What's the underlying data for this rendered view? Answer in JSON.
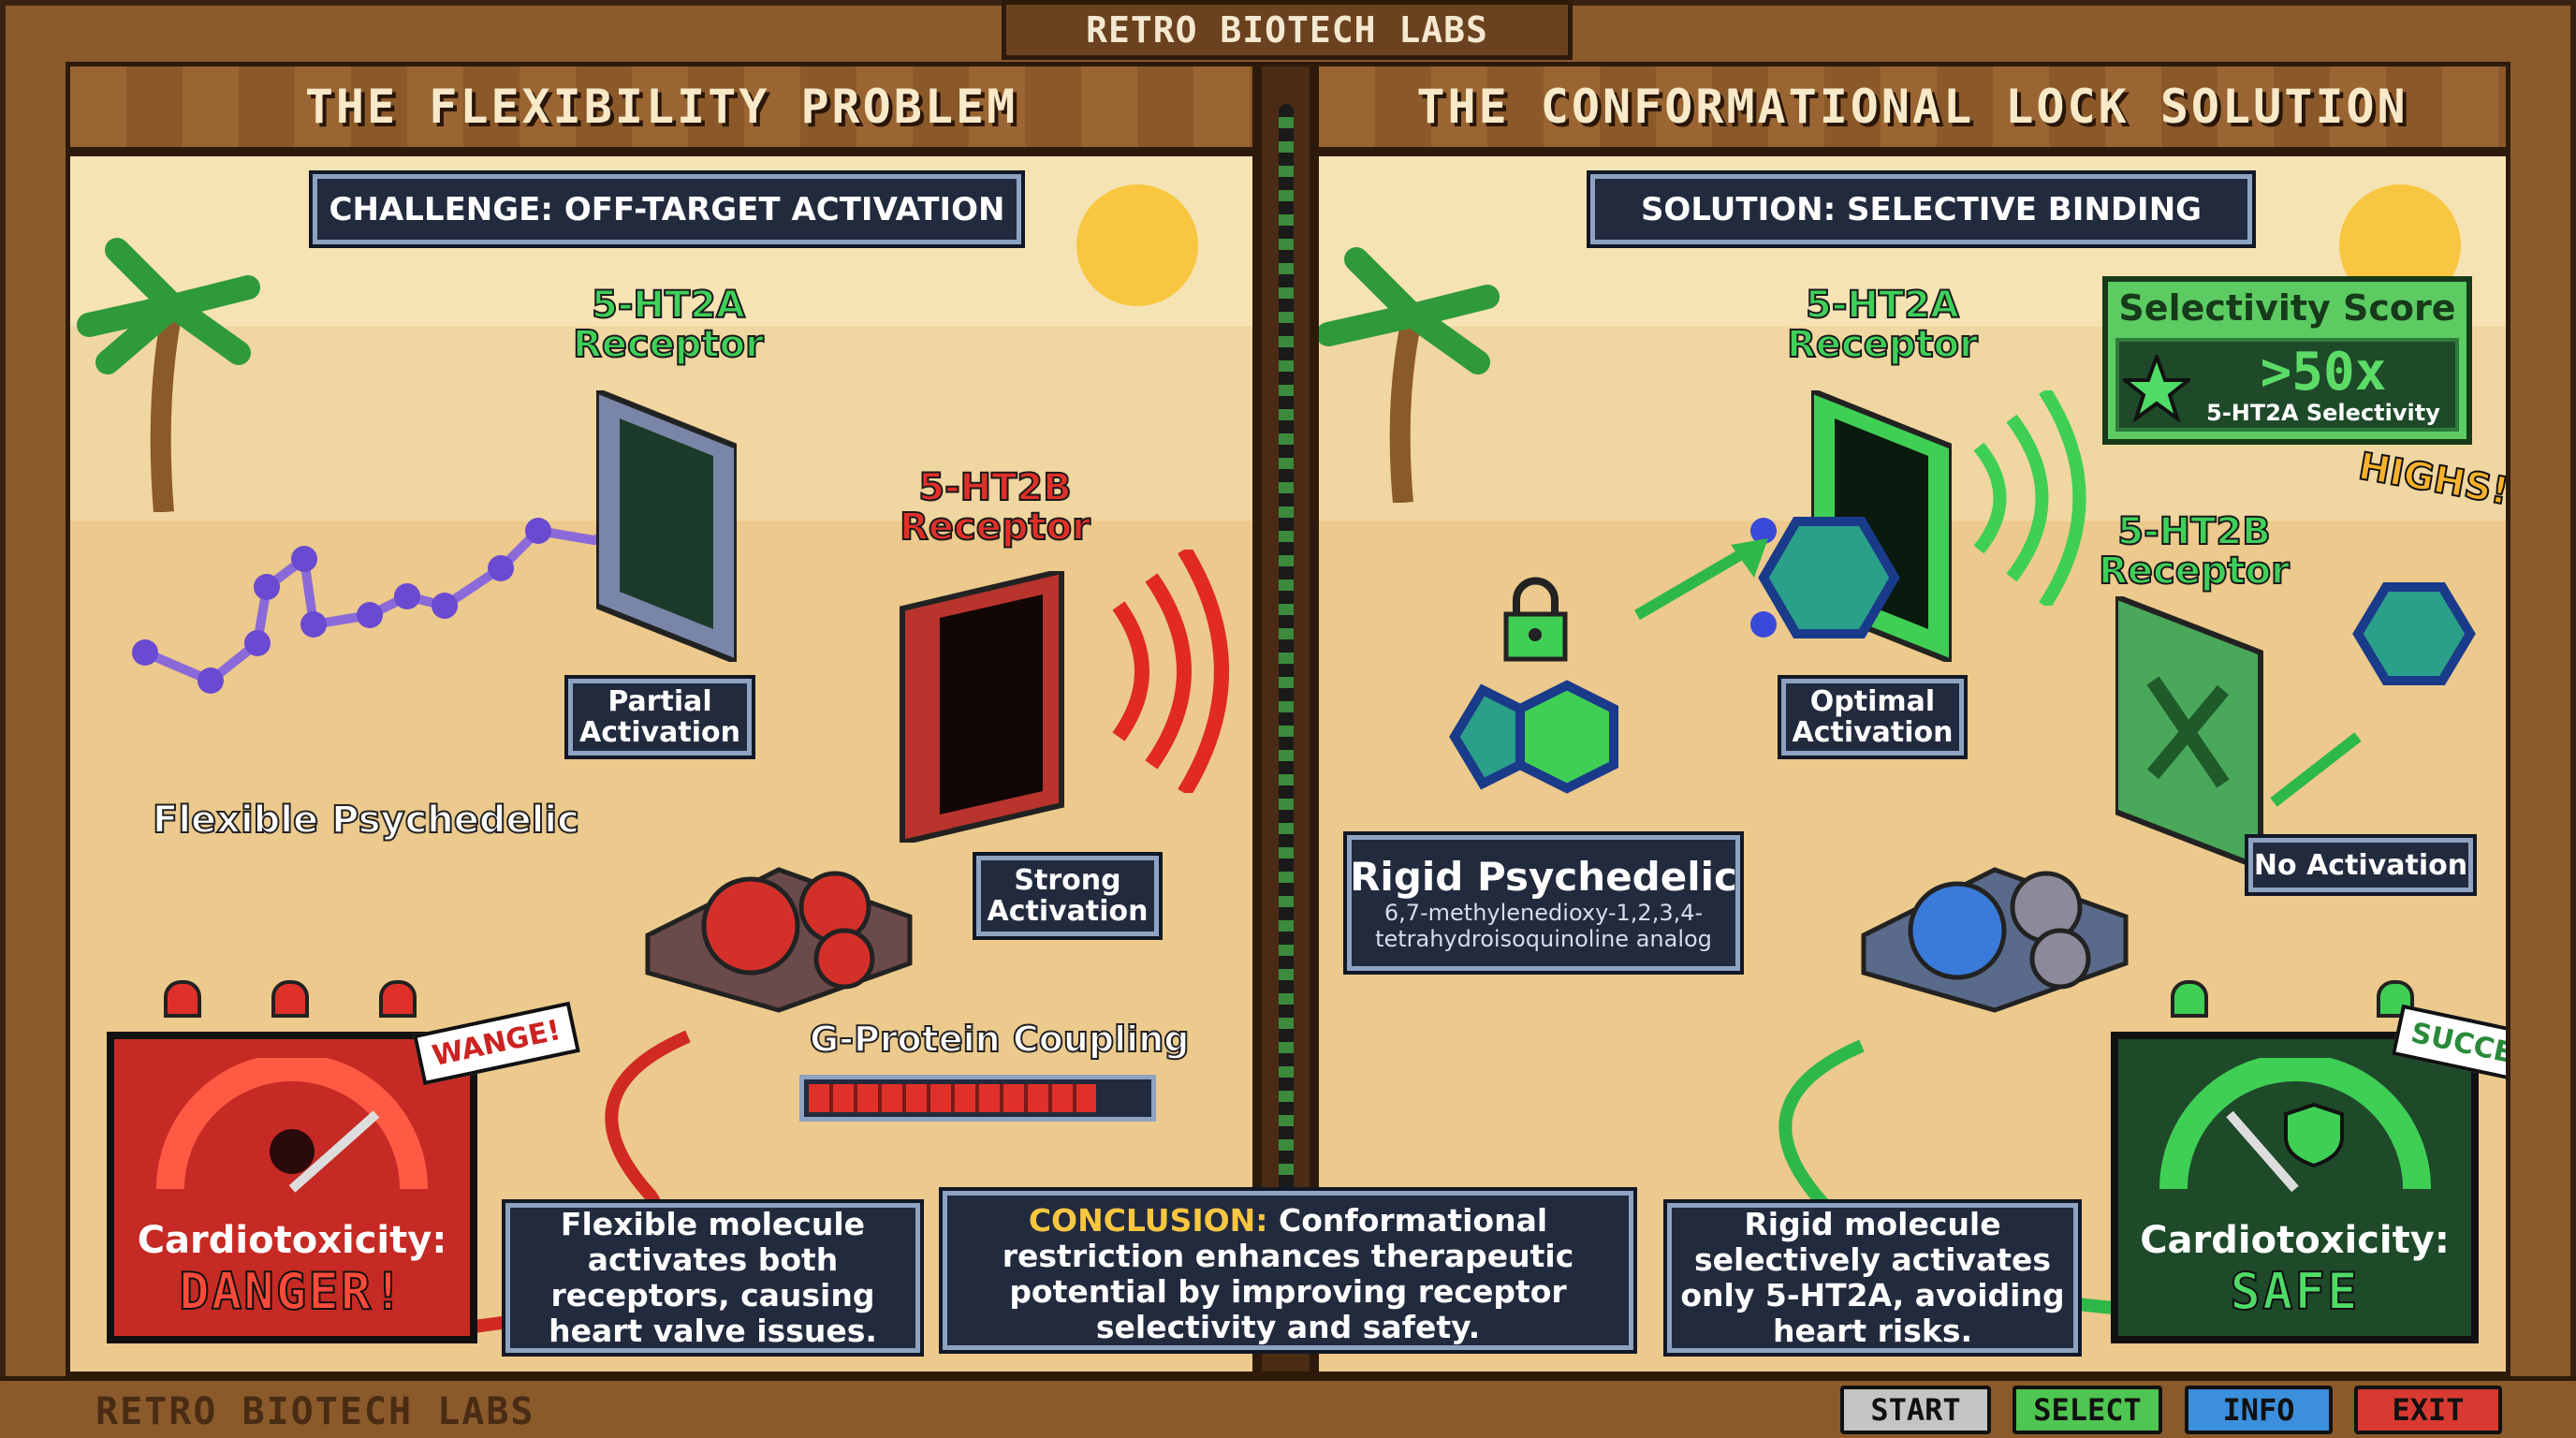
{
  "app_title": "RETRO BIOTECH LABS",
  "left": {
    "header": "THE FLEXIBILITY PROBLEM",
    "challenge": "CHALLENGE: OFF-TARGET ACTIVATION",
    "receptor_a": {
      "line1": "5-HT2A",
      "line2": "Receptor",
      "status": [
        "Partial",
        "Activation"
      ]
    },
    "receptor_b": {
      "line1": "5-HT2B",
      "line2": "Receptor",
      "status": [
        "Strong",
        "Activation"
      ]
    },
    "molecule_label": "Flexible Psychedelic",
    "gprotein_label": "G-Protein Coupling",
    "gprotein_level_percent": 85,
    "gauge": {
      "title": "Cardiotoxicity:",
      "value": "DANGER!",
      "badge": "WANGE!",
      "color": "#e0302a"
    },
    "explanation": "Flexible molecule activates both receptors, causing heart valve issues."
  },
  "conclusion": {
    "label": "CONCLUSION:",
    "text": "Conformational restriction enhances therapeutic potential by improving receptor selectivity and safety."
  },
  "right": {
    "header": "THE CONFORMATIONAL LOCK SOLUTION",
    "solution": "SOLUTION: SELECTIVE BINDING",
    "receptor_a": {
      "line1": "5-HT2A",
      "line2": "Receptor",
      "status": [
        "Optimal",
        "Activation"
      ]
    },
    "receptor_b": {
      "line1": "5-HT2B",
      "line2": "Receptor",
      "status": [
        "No Activation"
      ]
    },
    "selectivity": {
      "title": "Selectivity Score",
      "value": ">50x",
      "subtitle": "5-HT2A Selectivity",
      "badge": "HIGHS!"
    },
    "molecule": {
      "title": "Rigid Psychedelic",
      "line1": "6,7-methylenedioxy-1,2,3,4-",
      "line2": "tetrahydroisoquinoline analog"
    },
    "gauge": {
      "title": "Cardiotoxicity:",
      "value": "SAFE",
      "badge": "SUCCE",
      "color": "#3fcf55"
    },
    "explanation": "Rigid molecule selectively activates only 5-HT2A, avoiding heart risks."
  },
  "footer": {
    "brand": "RETRO BIOTECH LABS",
    "buttons": [
      {
        "label": "START",
        "color": "#c4c4c4"
      },
      {
        "label": "SELECT",
        "color": "#4fc552"
      },
      {
        "label": "INFO",
        "color": "#3b8fdc"
      },
      {
        "label": "EXIT",
        "color": "#d83a32"
      }
    ]
  },
  "icons": [
    "palm-tree-icon",
    "sun-icon",
    "door-receptor-icon",
    "gear-icon",
    "skull-icon",
    "shield-icon",
    "lock-icon",
    "star-icon",
    "alarm-light-icon"
  ]
}
